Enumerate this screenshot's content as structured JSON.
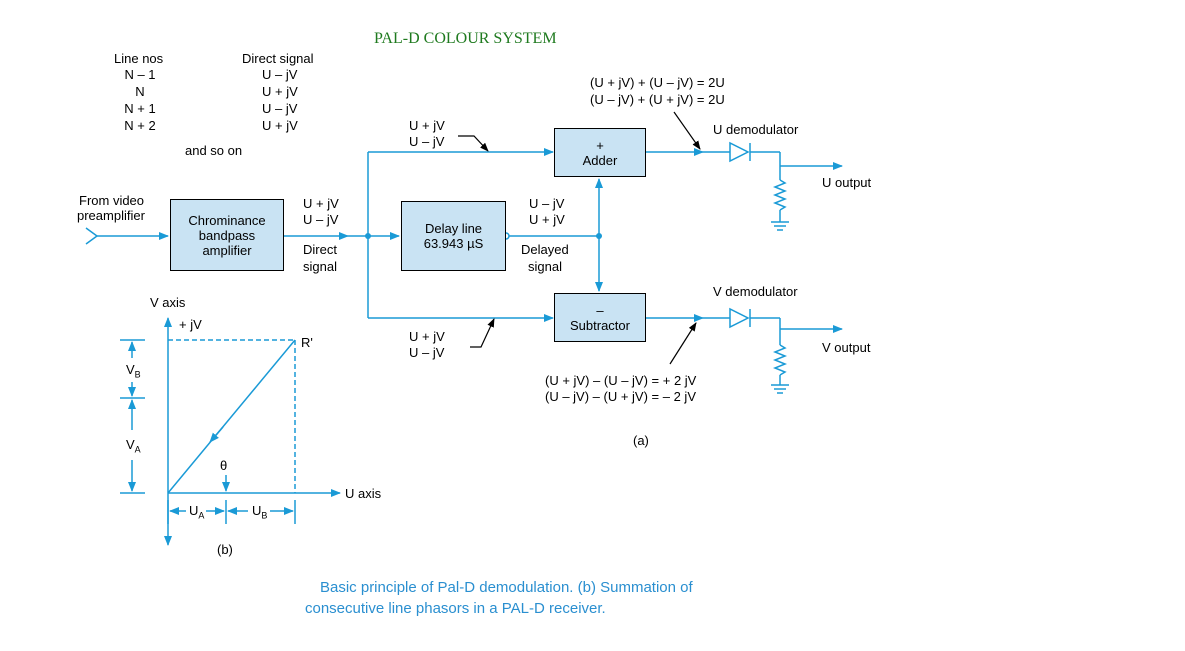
{
  "title": "PAL-D COLOUR SYSTEM",
  "table": {
    "col1_header": "Line nos",
    "col2_header": "Direct signal",
    "rows": [
      {
        "line": "N – 1",
        "signal": "U – jV"
      },
      {
        "line": "N",
        "signal": "U + jV"
      },
      {
        "line": "N + 1",
        "signal": "U – jV"
      },
      {
        "line": "N + 2",
        "signal": "U + jV"
      }
    ],
    "footer": "and so on"
  },
  "blocks": {
    "input_label_1": "From video",
    "input_label_2": "preamplifier",
    "chroma_1": "Chrominance",
    "chroma_2": "bandpass",
    "chroma_3": "amplifier",
    "direct_sig_1": "U + jV",
    "direct_sig_2": "U – jV",
    "direct_label_1": "Direct",
    "direct_label_2": "signal",
    "delay_1": "Delay line",
    "delay_2": "63.943 µS",
    "delayed_sig_1": "U – jV",
    "delayed_sig_2": "U + jV",
    "delayed_label_1": "Delayed",
    "delayed_label_2": "signal",
    "top_sig_1": "U + jV",
    "top_sig_2": "U – jV",
    "bottom_sig_1": "U + jV",
    "bottom_sig_2": "U – jV",
    "adder_sign": "+",
    "adder": "Adder",
    "subtractor_sign": "–",
    "subtractor": "Subtractor",
    "adder_eq_1": "(U + jV) + (U – jV) = 2U",
    "adder_eq_2": "(U – jV) + (U + jV) = 2U",
    "sub_eq_1": "(U + jV) – (U – jV) = + 2 jV",
    "sub_eq_2": "(U – jV) – (U + jV) = – 2 jV",
    "u_demod": "U demodulator",
    "v_demod": "V demodulator",
    "u_output": "U output",
    "v_output": "V output",
    "label_a": "(a)"
  },
  "phasor": {
    "v_axis": "V axis",
    "plus_jv": "+ jV",
    "r_point": "R'",
    "vb": "V",
    "vb_sub": "B",
    "va": "V",
    "va_sub": "A",
    "theta": "θ",
    "u_axis": "U axis",
    "ua": "U",
    "ua_sub": "A",
    "ub": "U",
    "ub_sub": "B",
    "label_b": "(b)"
  },
  "caption": {
    "line1": "Basic principle of Pal-D demodulation. (b) Summation of",
    "line2": "consecutive line phasors in a PAL-D receiver."
  },
  "colors": {
    "line": "#1a9ad6",
    "box_fill": "#c9e3f3",
    "title": "#1f7a1f",
    "caption": "#2a8fd0"
  }
}
